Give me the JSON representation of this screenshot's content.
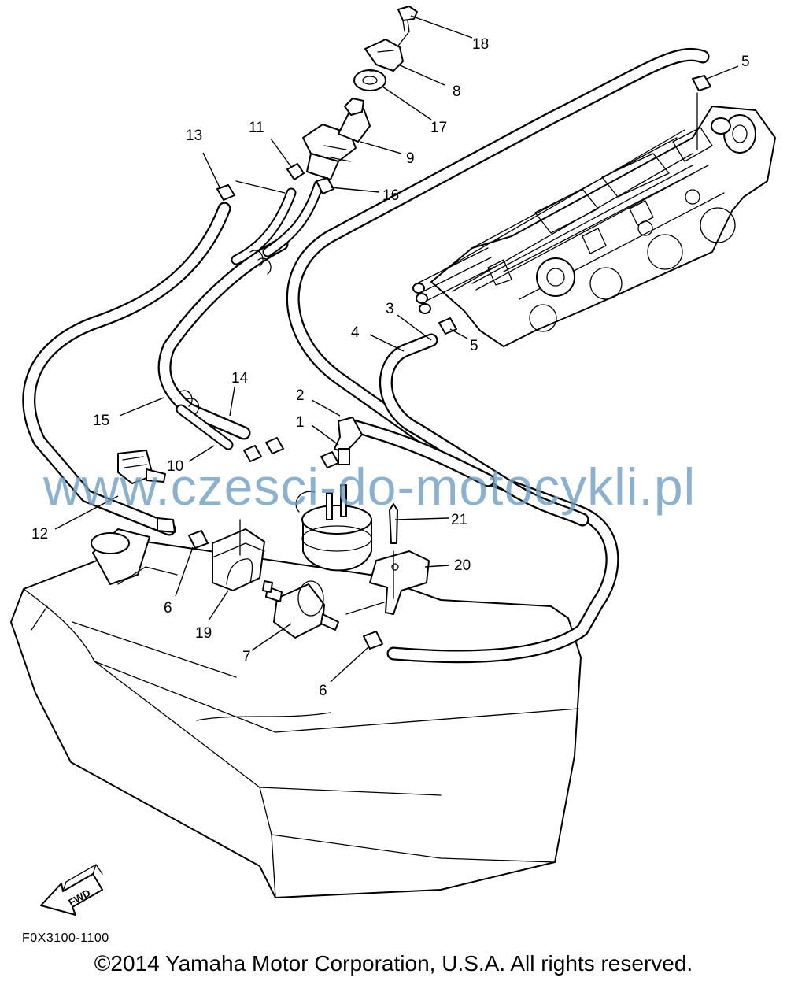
{
  "diagram": {
    "callouts": [
      {
        "id": "c18",
        "label": "18"
      },
      {
        "id": "c8",
        "label": "8"
      },
      {
        "id": "c17",
        "label": "17"
      },
      {
        "id": "c9",
        "label": "9"
      },
      {
        "id": "c16",
        "label": "16"
      },
      {
        "id": "c11",
        "label": "11"
      },
      {
        "id": "c13",
        "label": "13"
      },
      {
        "id": "c5a",
        "label": "5"
      },
      {
        "id": "c3",
        "label": "3"
      },
      {
        "id": "c4",
        "label": "4"
      },
      {
        "id": "c5b",
        "label": "5"
      },
      {
        "id": "c14",
        "label": "14"
      },
      {
        "id": "c15",
        "label": "15"
      },
      {
        "id": "c2",
        "label": "2"
      },
      {
        "id": "c1",
        "label": "1"
      },
      {
        "id": "c10",
        "label": "10"
      },
      {
        "id": "c12",
        "label": "12"
      },
      {
        "id": "c21",
        "label": "21"
      },
      {
        "id": "c20",
        "label": "20"
      },
      {
        "id": "c6a",
        "label": "6"
      },
      {
        "id": "c19",
        "label": "19"
      },
      {
        "id": "c7",
        "label": "7"
      },
      {
        "id": "c6b",
        "label": "6"
      }
    ],
    "fwd_label": "FWD",
    "diagram_code": "F0X3100-1100"
  },
  "footer": {
    "copyright": "©2014 Yamaha Motor Corporation, U.S.A. All rights reserved."
  },
  "watermark": {
    "text": "www.czesci-do-motocykli.pl",
    "color": "#6f9ec4"
  }
}
